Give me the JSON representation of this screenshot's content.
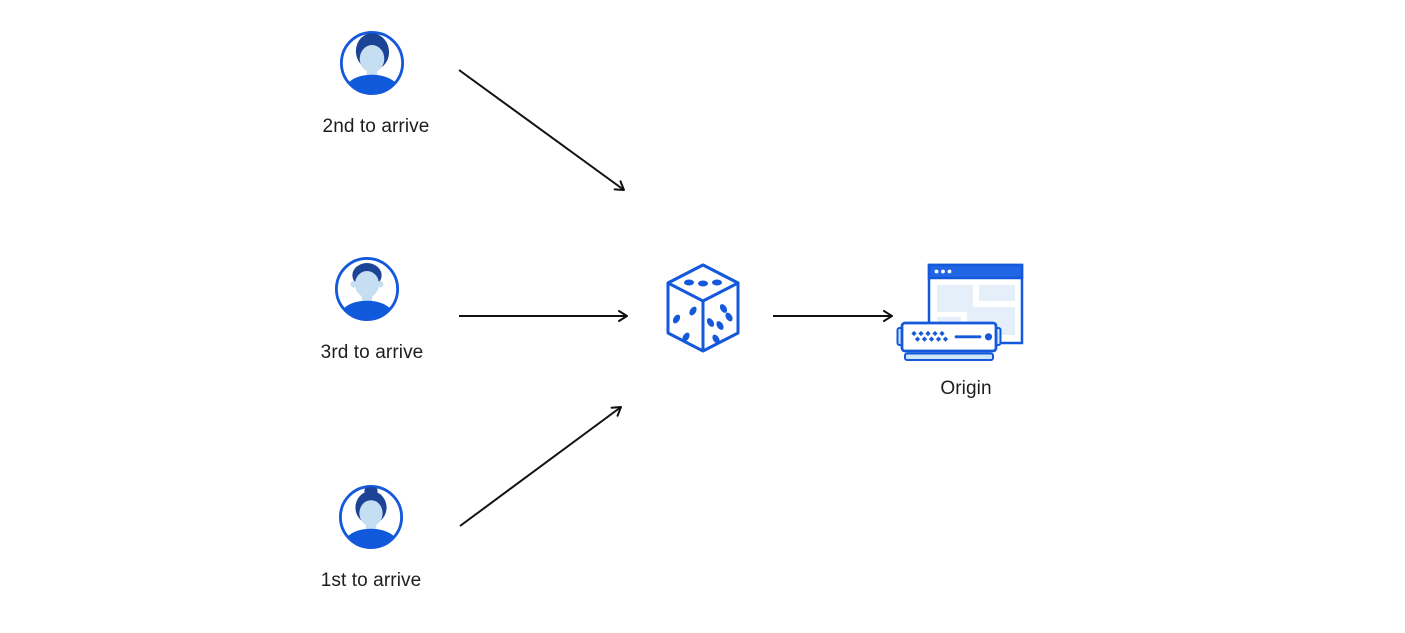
{
  "diagram": {
    "users": [
      {
        "label": "2nd to arrive",
        "icon": "person-avatar-male-quiff-icon"
      },
      {
        "label": "3rd to arrive",
        "icon": "person-avatar-male-short-hair-icon"
      },
      {
        "label": "1st to arrive",
        "icon": "person-avatar-female-bun-icon"
      }
    ],
    "router": {
      "icon": "dice-icon"
    },
    "origin": {
      "label": "Origin",
      "icon": "browser-window-and-server-icon"
    }
  },
  "colors": {
    "accent_blue": "#1458DC",
    "hair_navy": "#1C4496",
    "skin_light_blue": "#C5DEF2",
    "shirt_blue": "#1159DB",
    "panel_light_blue": "#E4EFF9",
    "server_light_blue": "#CFE6F7",
    "titlebar_blue": "#2166E4",
    "arrow_black": "#111111",
    "text_dark": "#1D1D1F",
    "background": "#FFFFFF"
  }
}
